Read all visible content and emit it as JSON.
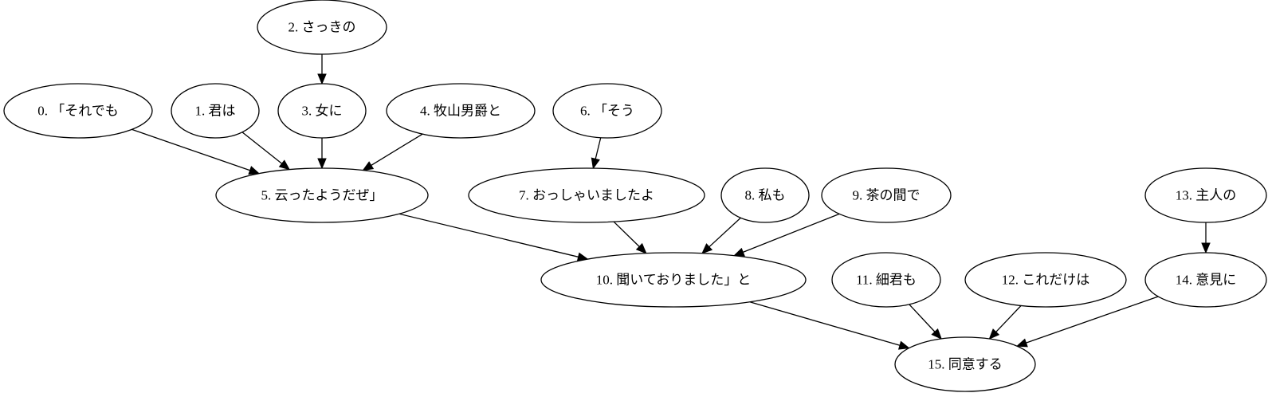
{
  "nodes": [
    {
      "id": 0,
      "label": "0. 「それでも"
    },
    {
      "id": 1,
      "label": "1. 君は"
    },
    {
      "id": 2,
      "label": "2. さっきの"
    },
    {
      "id": 3,
      "label": "3. 女に"
    },
    {
      "id": 4,
      "label": "4. 牧山男爵と"
    },
    {
      "id": 5,
      "label": "5. 云ったようだぜ」"
    },
    {
      "id": 6,
      "label": "6. 「そう"
    },
    {
      "id": 7,
      "label": "7. おっしゃいましたよ"
    },
    {
      "id": 8,
      "label": "8. 私も"
    },
    {
      "id": 9,
      "label": "9. 茶の間で"
    },
    {
      "id": 10,
      "label": "10. 聞いておりました」と"
    },
    {
      "id": 11,
      "label": "11. 細君も"
    },
    {
      "id": 12,
      "label": "12. これだけは"
    },
    {
      "id": 13,
      "label": "13. 主人の"
    },
    {
      "id": 14,
      "label": "14. 意見に"
    },
    {
      "id": 15,
      "label": "15. 同意する"
    }
  ],
  "edges": [
    {
      "from": 0,
      "to": 5
    },
    {
      "from": 1,
      "to": 5
    },
    {
      "from": 2,
      "to": 3
    },
    {
      "from": 3,
      "to": 5
    },
    {
      "from": 4,
      "to": 5
    },
    {
      "from": 5,
      "to": 10
    },
    {
      "from": 6,
      "to": 7
    },
    {
      "from": 7,
      "to": 10
    },
    {
      "from": 8,
      "to": 10
    },
    {
      "from": 9,
      "to": 10
    },
    {
      "from": 10,
      "to": 15
    },
    {
      "from": 11,
      "to": 15
    },
    {
      "from": 12,
      "to": 15
    },
    {
      "from": 13,
      "to": 14
    },
    {
      "from": 14,
      "to": 15
    }
  ]
}
